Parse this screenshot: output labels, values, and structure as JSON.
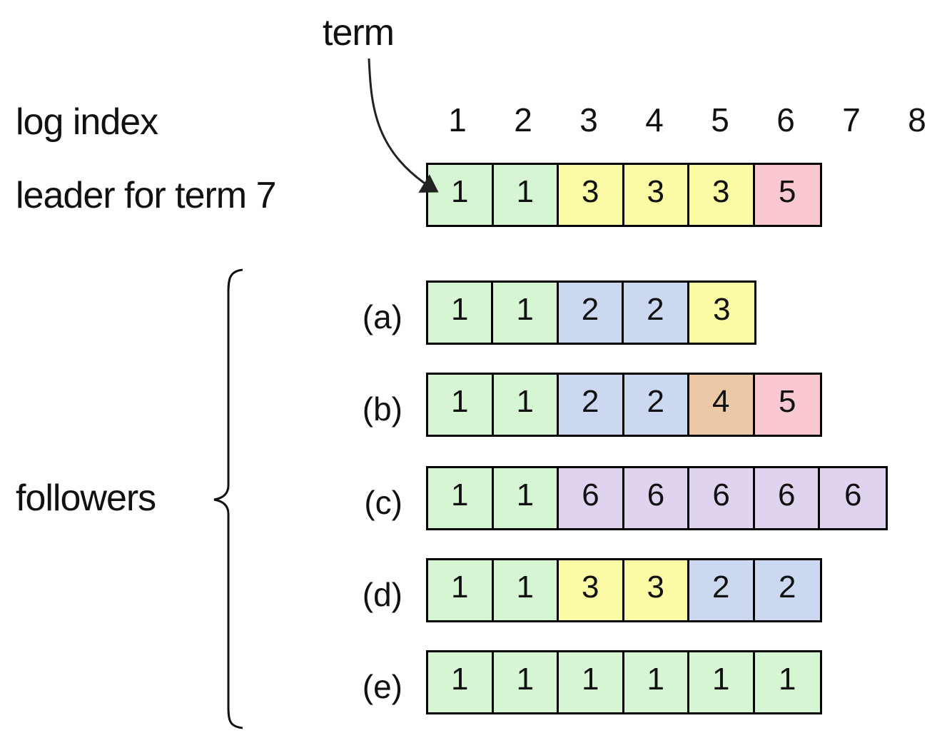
{
  "labels": {
    "term": "term",
    "log_index": "log index",
    "leader": "leader for term 7",
    "followers": "followers"
  },
  "log_indices": [
    "1",
    "2",
    "3",
    "4",
    "5",
    "6",
    "7",
    "8"
  ],
  "term_colors": {
    "1": "#d5f5d3",
    "2": "#cbd8f0",
    "3": "#fbfba5",
    "4": "#ebc9a7",
    "5": "#f9c8d0",
    "6": "#e0d3ef"
  },
  "leader_log": [
    "1",
    "1",
    "3",
    "3",
    "3",
    "5"
  ],
  "followers": [
    {
      "label": "(a)",
      "log": [
        "1",
        "1",
        "2",
        "2",
        "3"
      ]
    },
    {
      "label": "(b)",
      "log": [
        "1",
        "1",
        "2",
        "2",
        "4",
        "5"
      ]
    },
    {
      "label": "(c)",
      "log": [
        "1",
        "1",
        "6",
        "6",
        "6",
        "6",
        "6"
      ]
    },
    {
      "label": "(d)",
      "log": [
        "1",
        "1",
        "3",
        "3",
        "2",
        "2"
      ]
    },
    {
      "label": "(e)",
      "log": [
        "1",
        "1",
        "1",
        "1",
        "1",
        "1"
      ]
    }
  ]
}
